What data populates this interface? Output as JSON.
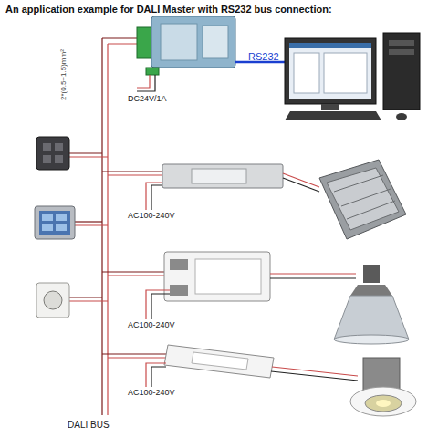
{
  "diagram": {
    "title": "An application example for DALI Master with RS232 bus connection:",
    "labels": [
      "RS232",
      "DC24V/1A",
      "AC100-240V",
      "AC100-240V",
      "AC100-240V",
      "DALI BUS",
      "2*(0.5~1.5)mm²"
    ]
  }
}
